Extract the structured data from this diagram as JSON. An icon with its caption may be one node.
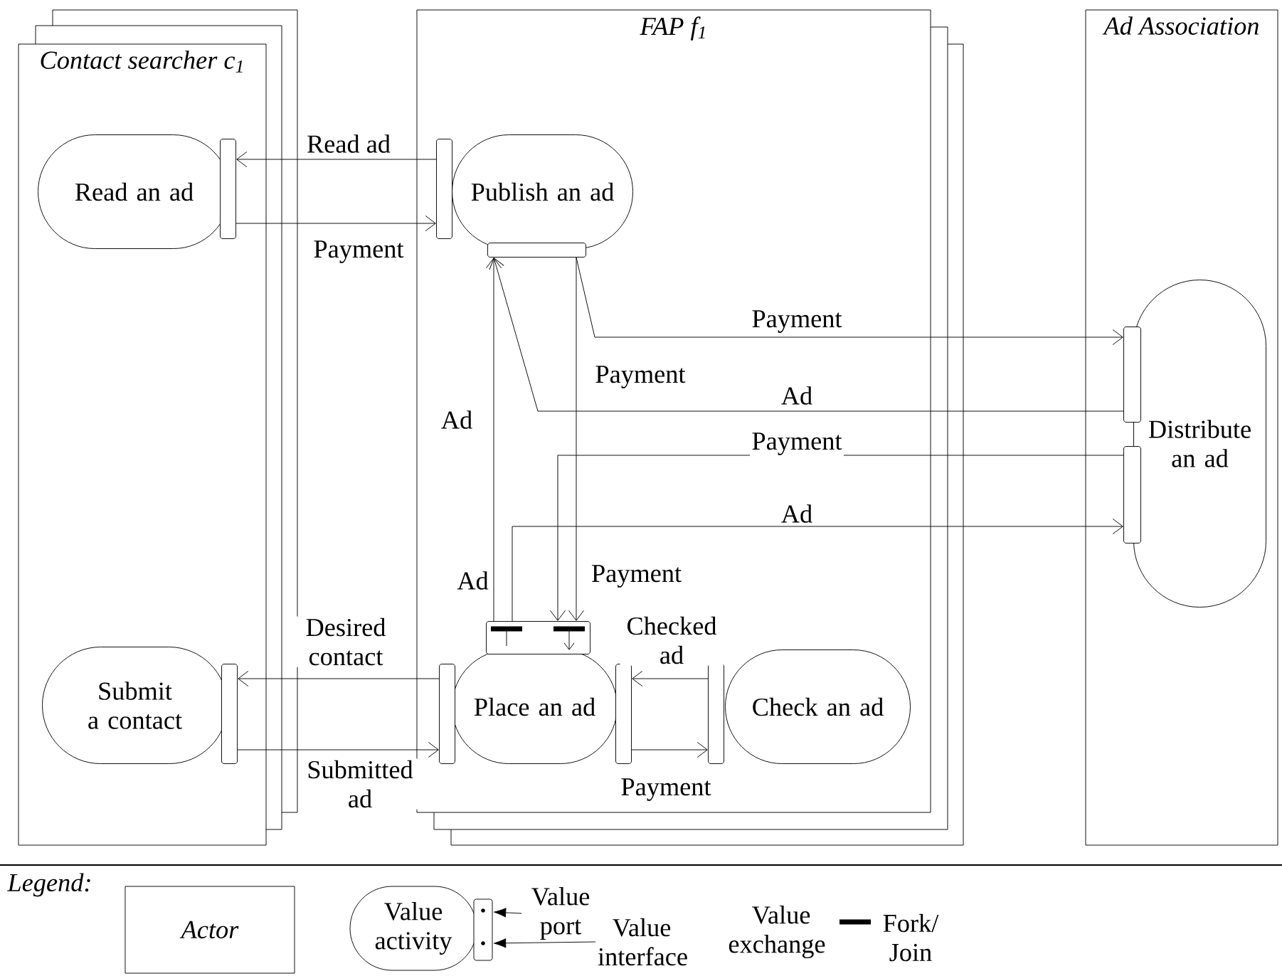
{
  "diagram": {
    "nodes": [
      {
        "text": [
          "Contact searcher c$_{1}$"
        ]
      },
      {
        "text": [
          "FAP f$_{1}$"
        ]
      },
      {
        "text": [
          "Ad Association"
        ]
      },
      {
        "text": [
          "Read an ad"
        ],
        "in": 0
      },
      {
        "text": [
          "Submit a contact"
        ],
        "in": 0
      },
      {
        "text": [
          "Publish an ad"
        ],
        "in": 1
      },
      {
        "text": [
          "Place an ad"
        ],
        "in": 1
      },
      {
        "text": [
          "Check an ad"
        ],
        "in": 1
      },
      {
        "text": [
          "Distribute an ad"
        ],
        "in": 2
      },
      {
        "text": [],
        "shape": "box",
        "in": 0
      },
      {
        "text": [],
        "shape": "box",
        "in": 1
      },
      {
        "text": [],
        "shape": "box",
        "in": 1
      },
      {
        "text": [],
        "shape": "box",
        "in": 0
      },
      {
        "text": [],
        "shape": "box",
        "in": 1
      },
      {
        "text": [],
        "shape": "box",
        "in": 1
      },
      {
        "text": [],
        "shape": "box",
        "in": 1
      },
      {
        "text": [],
        "shape": "box",
        "in": 1
      },
      {
        "text": [],
        "shape": "box",
        "in": 2
      },
      {
        "text": [],
        "shape": "box",
        "in": 2
      },
      {
        "text": [
          "Actor"
        ]
      },
      {
        "text": [
          "Value activity"
        ]
      },
      {
        "text": [],
        "shape": "box"
      },
      {
        "text": [
          "Value port"
        ]
      },
      {
        "text": [
          "Value interface"
        ]
      }
    ],
    "edges": [
      {
        "from": 10,
        "to": 9,
        "arrow": "to",
        "label": "Read ad"
      },
      {
        "from": 9,
        "to": 10,
        "arrow": "to",
        "label": "Payment"
      },
      {
        "from": 13,
        "to": 12,
        "arrow": "to",
        "label": "Desired contact"
      },
      {
        "from": 12,
        "to": 13,
        "arrow": "to",
        "label": "Submitted ad"
      },
      {
        "from": 16,
        "to": 15,
        "arrow": "to",
        "label": "Checked ad"
      },
      {
        "from": 15,
        "to": 16,
        "arrow": "to",
        "label": "Payment"
      },
      {
        "from": 11,
        "to": 17,
        "arrow": "to",
        "label": "Payment"
      },
      {
        "from": 17,
        "to": 11,
        "arrow": "to",
        "label": "Ad"
      },
      {
        "from": 14,
        "to": 11,
        "arrow": "to",
        "label": "Ad"
      },
      {
        "from": 11,
        "to": 14,
        "arrow": "to",
        "label": "Payment"
      },
      {
        "from": 18,
        "to": 14,
        "arrow": "to",
        "label": "Payment"
      },
      {
        "from": 14,
        "to": 18,
        "arrow": "to",
        "label": "Ad"
      },
      {
        "from": 22,
        "to": 21,
        "arrow": "to"
      },
      {
        "from": 23,
        "to": 21,
        "arrow": "to"
      }
    ],
    "labels": [
      "Ad",
      "Payment",
      "Legend:",
      "Value exchange",
      "Fork/ Join"
    ]
  }
}
